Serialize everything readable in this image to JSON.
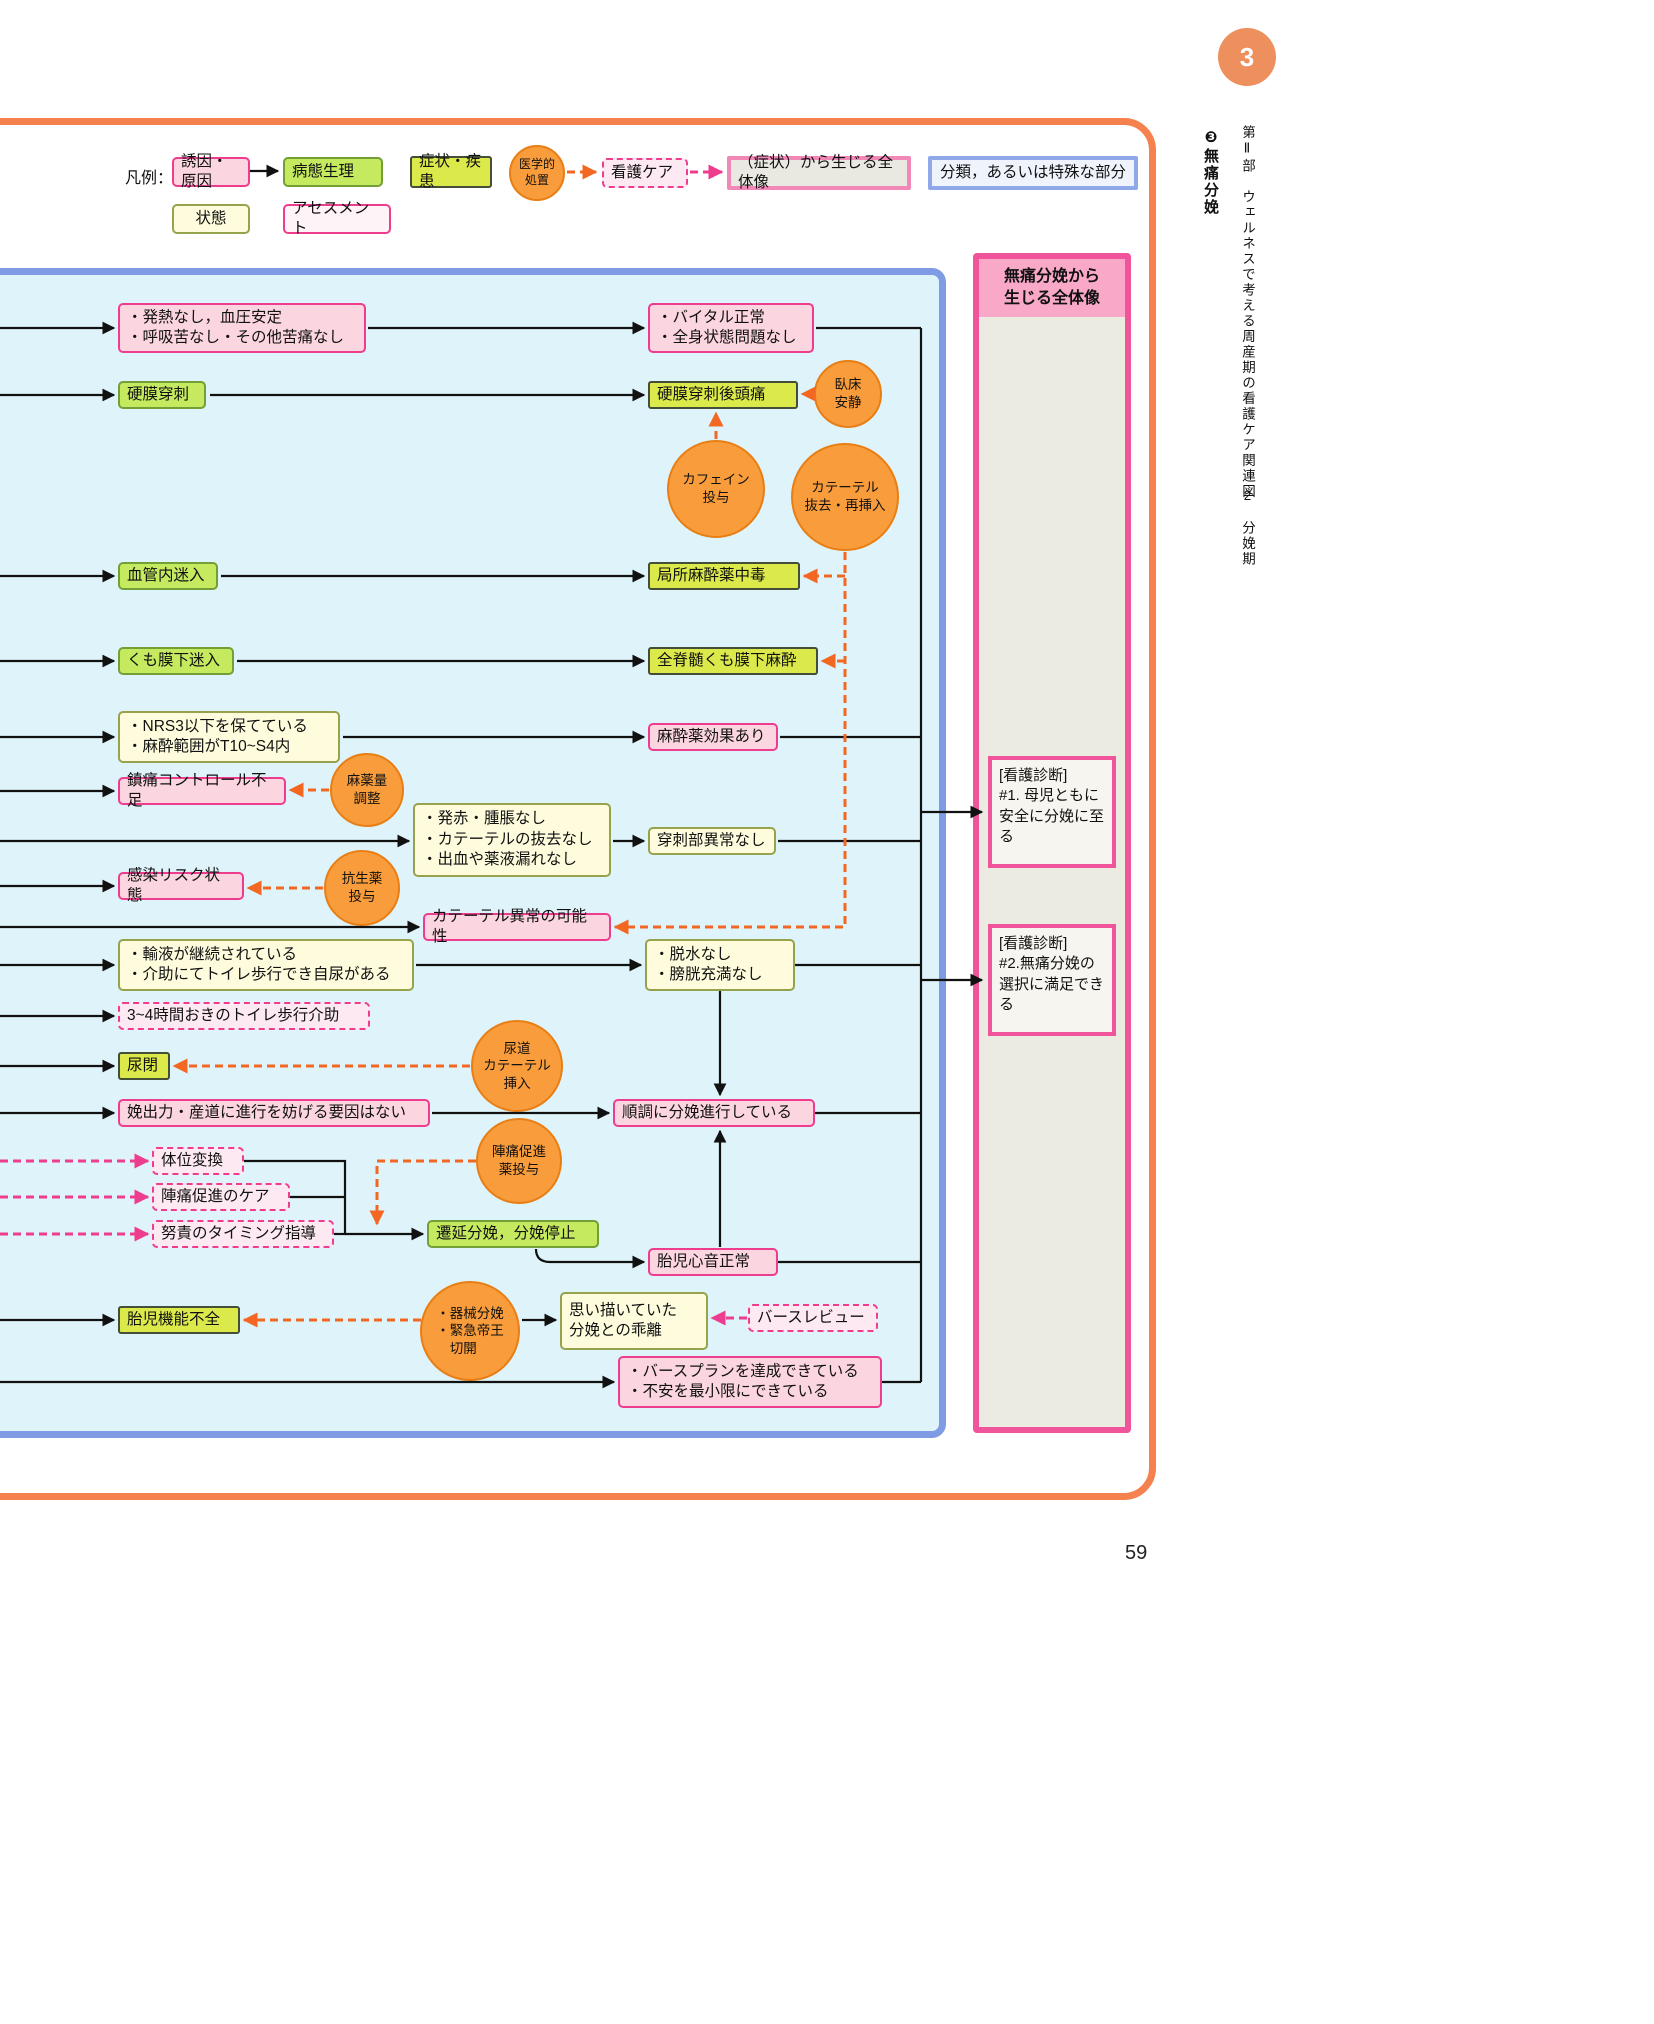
{
  "page": {
    "number": "59"
  },
  "sidebar": {
    "badge": "3",
    "tab": "❸無痛分娩",
    "part": "第Ⅱ部　ウェルネスで考える周産期の看護ケア関連図",
    "section": "2　分娩期"
  },
  "legend": {
    "label": "凡例：",
    "cause": "誘因・原因",
    "pathology": "病態生理",
    "symptom": "症状・疾患",
    "medical": "医学的\n処置",
    "care": "看護ケア",
    "overall": "（症状）から生じる全体像",
    "category": "分類，あるいは特殊な部分",
    "state": "状態",
    "assessment": "アセスメント"
  },
  "panel": {
    "title": "無痛分娩から\n生じる全体像",
    "dx1": "[看護診断]\n#1. 母児ともに安全に分娩に至る",
    "dx2": "[看護診断]\n#2.無痛分娩の選択に満足できる"
  },
  "nodes": {
    "vitals_status": "・発熱なし，血圧安定\n・呼吸苦なし・その他苦痛なし",
    "vitals_normal": "・バイタル正常\n・全身状態問題なし",
    "dural_puncture": "硬膜穿刺",
    "pdph": "硬膜穿刺後頭痛",
    "vascular_entry": "血管内迷入",
    "la_toxicity": "局所麻酔薬中毒",
    "subarachnoid_entry": "くも膜下迷入",
    "total_spinal": "全脊髄くも膜下麻酔",
    "nrs_state": "・NRS3以下を保てている\n・麻酔範囲がT10~S4内",
    "anesthesia_effective": "麻酔薬効果あり",
    "pain_control_insufficient": "鎮痛コントロール不足",
    "site_state": "・発赤・腫脹なし\n・カテーテルの抜去なし\n・出血や薬液漏れなし",
    "site_normal": "穿刺部異常なし",
    "infection_risk": "感染リスク状態",
    "catheter_abnormal": "カテーテル異常の可能性",
    "fluids_state": "・輸液が継続されている\n・介助にてトイレ歩行でき自尿がある",
    "no_dehydration": "・脱水なし\n・膀胱充満なし",
    "toilet_assist": "3~4時間おきのトイレ歩行介助",
    "urinary_retention": "尿閉",
    "delivery_no_obstruction": "娩出力・産道に進行を妨げる要因はない",
    "smooth_progress": "順調に分娩進行している",
    "position_change": "体位変換",
    "labor_promotion_care": "陣痛促進のケア",
    "pushing_guidance": "努責のタイミング指導",
    "prolonged_labor": "遷延分娩，分娩停止",
    "fhr_normal": "胎児心音正常",
    "fetal_distress": "胎児機能不全",
    "birth_gap": "思い描いていた\n分娩との乖離",
    "birth_review": "バースレビュー",
    "birth_plan": "・バースプランを達成できている\n・不安を最小限にできている"
  },
  "circles": {
    "bed_rest": "臥床\n安静",
    "caffeine": "カフェイン\n投与",
    "catheter_reinsert": "カテーテル\n抜去・再挿入",
    "dose_adjust": "麻薬量\n調整",
    "antibiotics": "抗生薬\n投与",
    "urinary_catheter": "尿道\nカテーテル\n挿入",
    "oxytocin": "陣痛促進\n薬投与",
    "operative_delivery": "・器械分娩\n・緊急帝王\n　切開"
  }
}
